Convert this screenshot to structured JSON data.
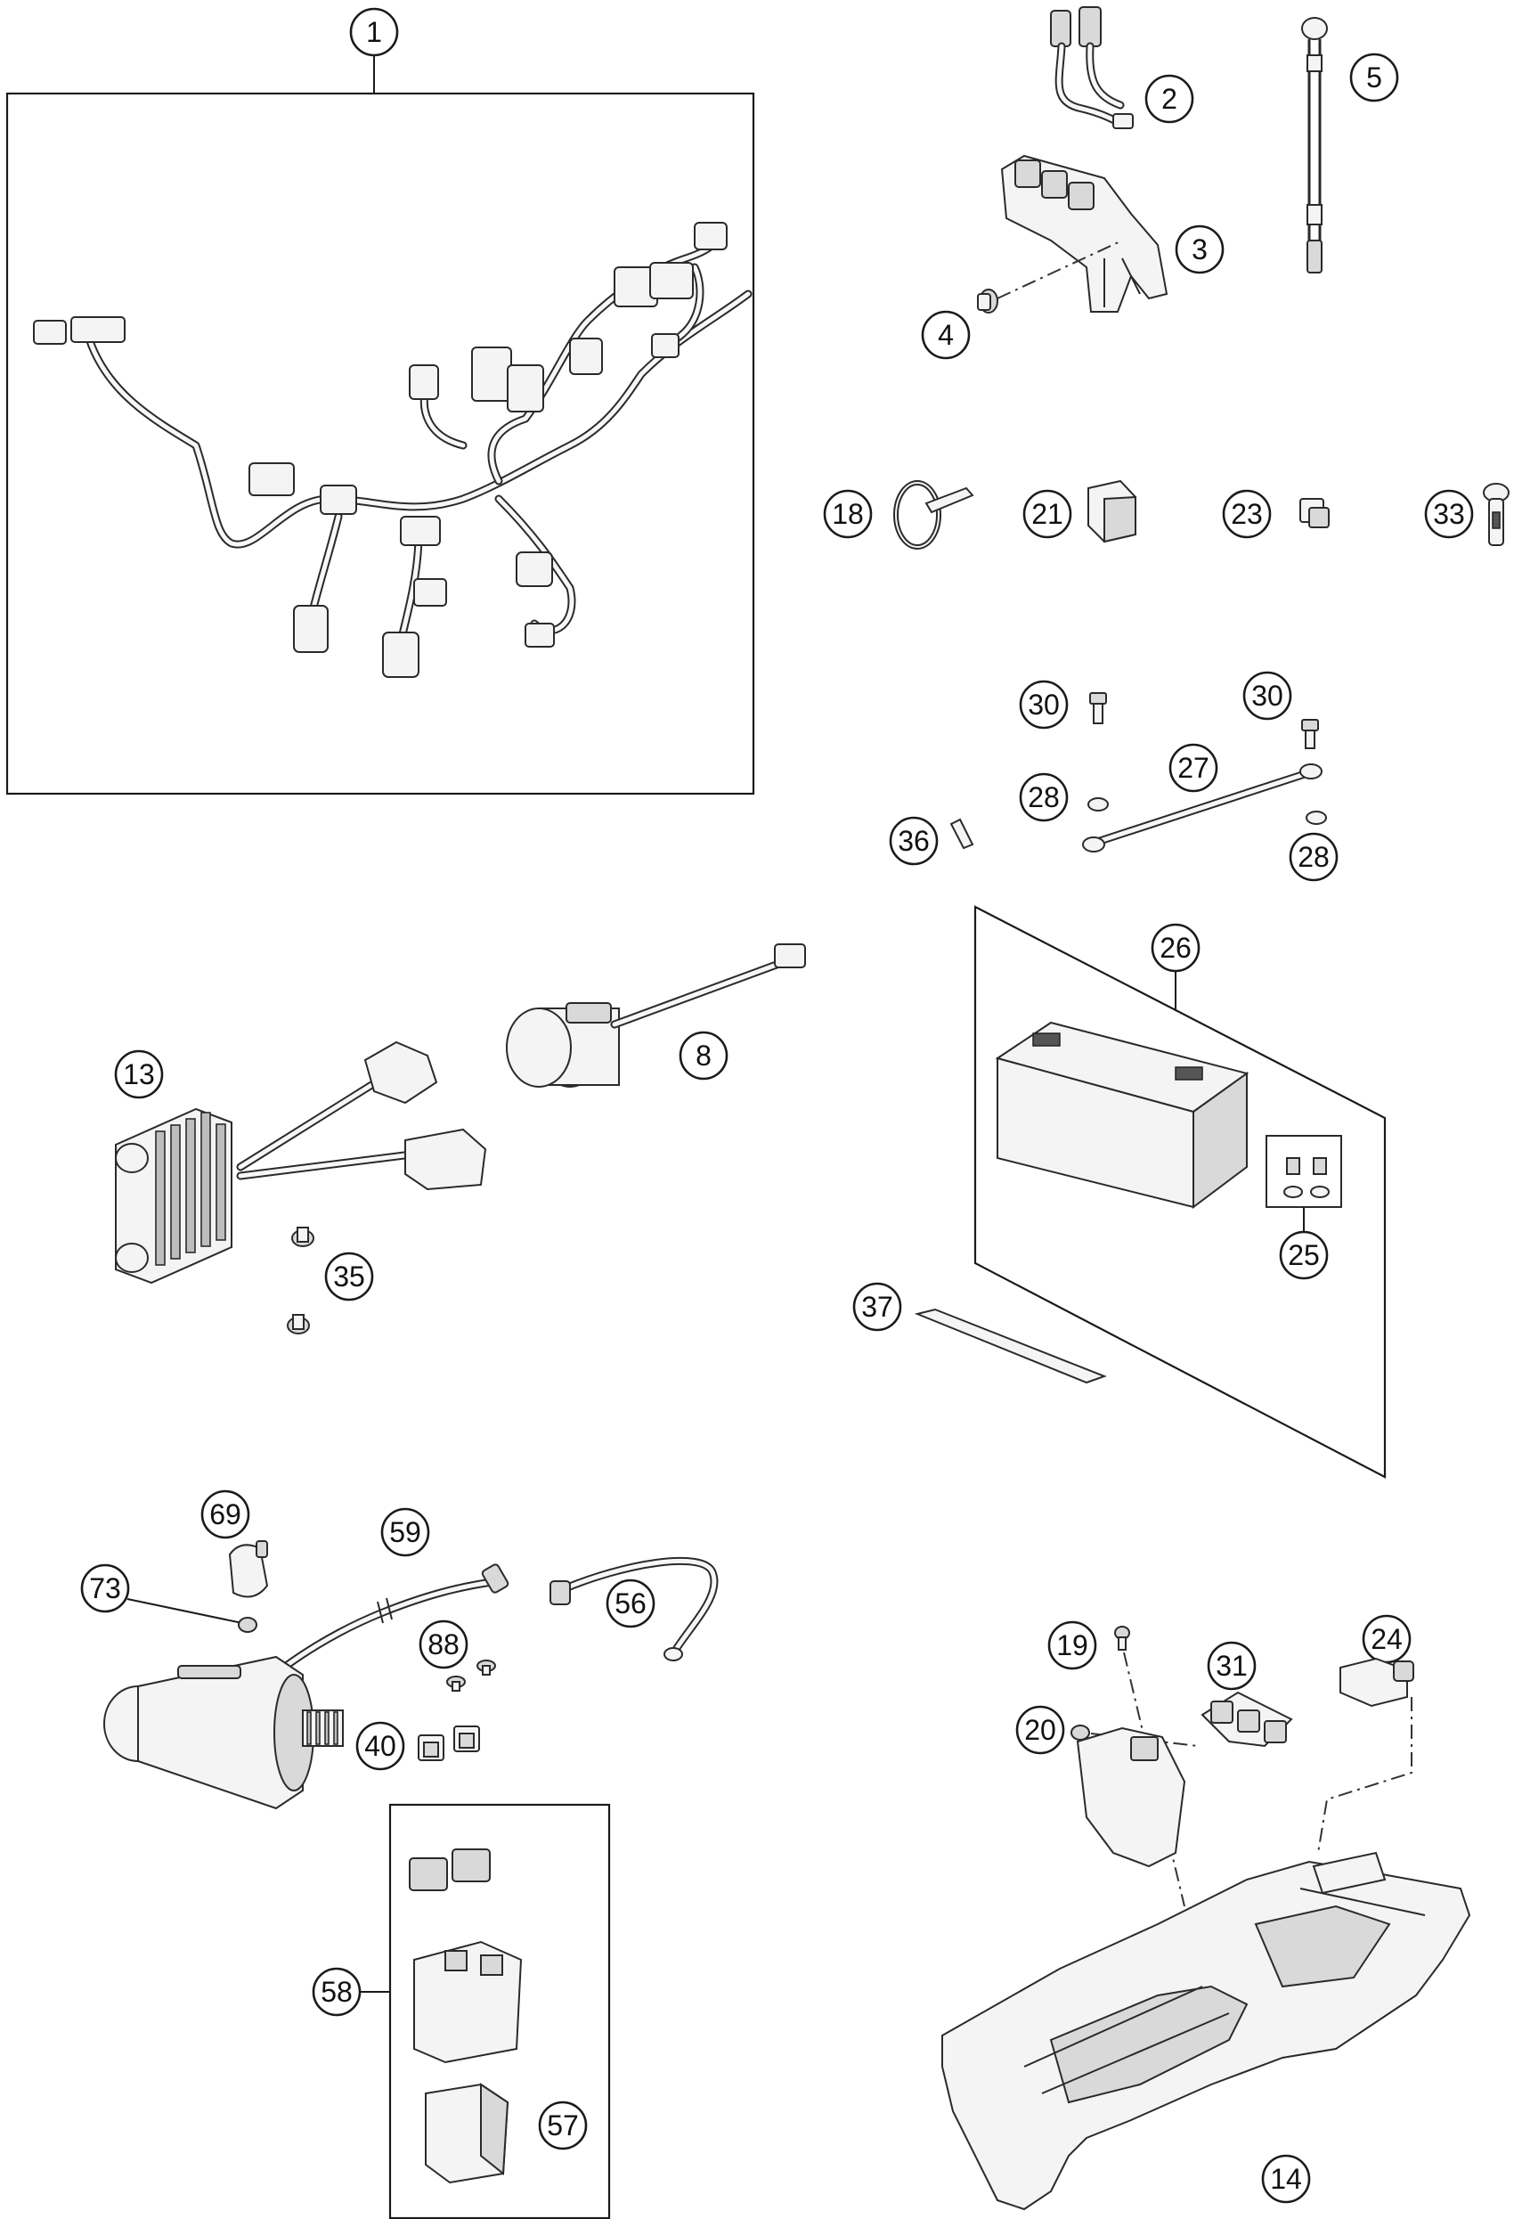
{
  "callouts": {
    "c1": "1",
    "c2": "2",
    "c3": "3",
    "c4": "4",
    "c5": "5",
    "c8": "8",
    "c13": "13",
    "c14": "14",
    "c18": "18",
    "c19": "19",
    "c20": "20",
    "c21": "21",
    "c23": "23",
    "c24": "24",
    "c25": "25",
    "c26": "26",
    "c27": "27",
    "c28a": "28",
    "c28b": "28",
    "c30a": "30",
    "c30b": "30",
    "c31": "31",
    "c33": "33",
    "c35": "35",
    "c36": "36",
    "c37": "37",
    "c40": "40",
    "c56": "56",
    "c57": "57",
    "c58": "58",
    "c59": "59",
    "c69": "69",
    "c73": "73",
    "c88": "88"
  }
}
